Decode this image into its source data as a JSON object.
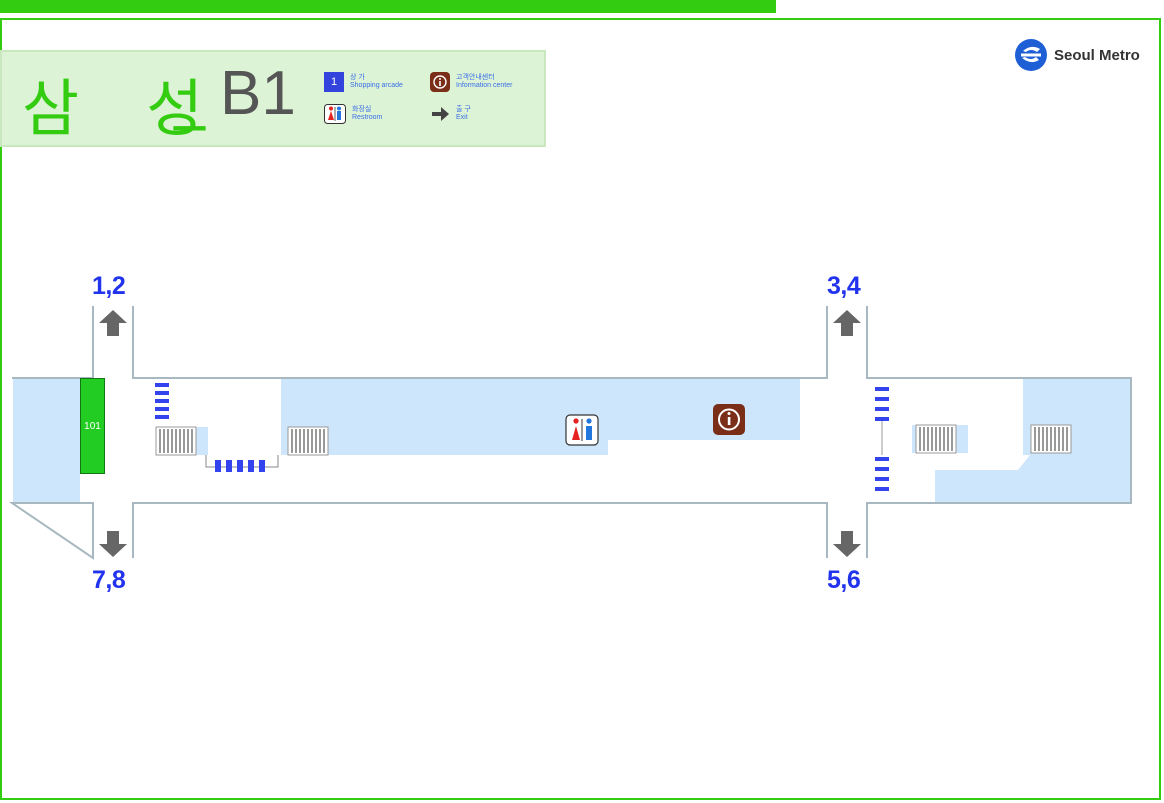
{
  "title": {
    "station": "삼   성",
    "separator": "_",
    "floor": "B1"
  },
  "legend": {
    "shopping": {
      "icon_text": "1",
      "label_ko": "상 가",
      "label_en": "Shopping arcade"
    },
    "information": {
      "label_ko": "고객안내센터",
      "label_en": "Information center"
    },
    "restroom": {
      "label_ko": "화장실",
      "label_en": "Restroom"
    },
    "exit": {
      "label_ko": "출 구",
      "label_en": "Exit"
    }
  },
  "logo": {
    "text": "Seoul Metro"
  },
  "exits": {
    "north_west": "1,2",
    "north_east": "3,4",
    "south_west": "7,8",
    "south_east": "5,6"
  },
  "shop": {
    "number": "101"
  },
  "colors": {
    "brand_green": "#33cc11",
    "floor_blue": "#cde6fb",
    "exit_blue": "#2233ee",
    "shop_blue": "#3344dd",
    "info_brown": "#7a2e18",
    "arrow_gray": "#666666"
  }
}
